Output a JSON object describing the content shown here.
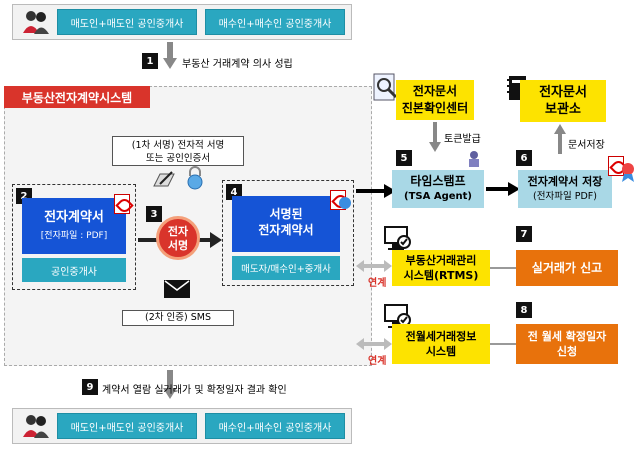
{
  "top_bar": {
    "seller_side": "매도인+매도인 공인중개사",
    "buyer_side": "매수인+매수인 공인중개사"
  },
  "bottom_bar": {
    "seller_side": "매도인+매도인 공인중개사",
    "buyer_side": "매수인+매수인 공인중개사"
  },
  "steps": {
    "s1": {
      "num": "1",
      "text": "부동산 거래계약 의사 성립"
    },
    "s2": {
      "num": "2",
      "title": "전자계약서",
      "subtitle": "[전자파일 : PDF]",
      "footer": "공인중개사"
    },
    "s3": {
      "num": "3",
      "seal_line1": "전자",
      "seal_line2": "서명"
    },
    "s4": {
      "num": "4",
      "title_line1": "서명된",
      "title_line2": "전자계약서",
      "footer": "매도자/매수인+중개사"
    },
    "s5": {
      "num": "5",
      "title": "타임스탬프",
      "subtitle": "(TSA Agent)"
    },
    "s6": {
      "num": "6",
      "title": "전자계약서 저장",
      "subtitle": "(전자파일 PDF)"
    },
    "s7": {
      "num": "7",
      "text": "실거래가 신고"
    },
    "s8": {
      "num": "8",
      "text_line1": "전 월세 확정일자",
      "text_line2": "신청"
    },
    "s9": {
      "num": "9",
      "text": "계약서 열람  실거래가 및 확정일자 결과 확인"
    }
  },
  "system_title": "부동산전자계약시스템",
  "callout_first": {
    "line1": "(1차 서명) 전자적 서명",
    "line2": "또는 공인인증서"
  },
  "callout_second": "(2차 인증) SMS",
  "verify_center": {
    "line1": "전자문서",
    "line2": "진본확인센터"
  },
  "archive": {
    "line1": "전자문서",
    "line2": "보관소"
  },
  "token_label": "토큰발급",
  "doc_store_label": "문서저장",
  "rtms": {
    "line1": "부동산거래관리",
    "line2": "시스템(RTMS)"
  },
  "jeonse": {
    "line1": "전월세거래정보",
    "line2": "시스템"
  },
  "link_label_1": "연계",
  "link_label_2": "연계",
  "colors": {
    "blue": "#1554d6",
    "teal": "#2aa7c0",
    "red": "#d9342b",
    "yellow": "#fde300",
    "orange": "#e8720c",
    "light_blue": "#a9d8e6"
  }
}
